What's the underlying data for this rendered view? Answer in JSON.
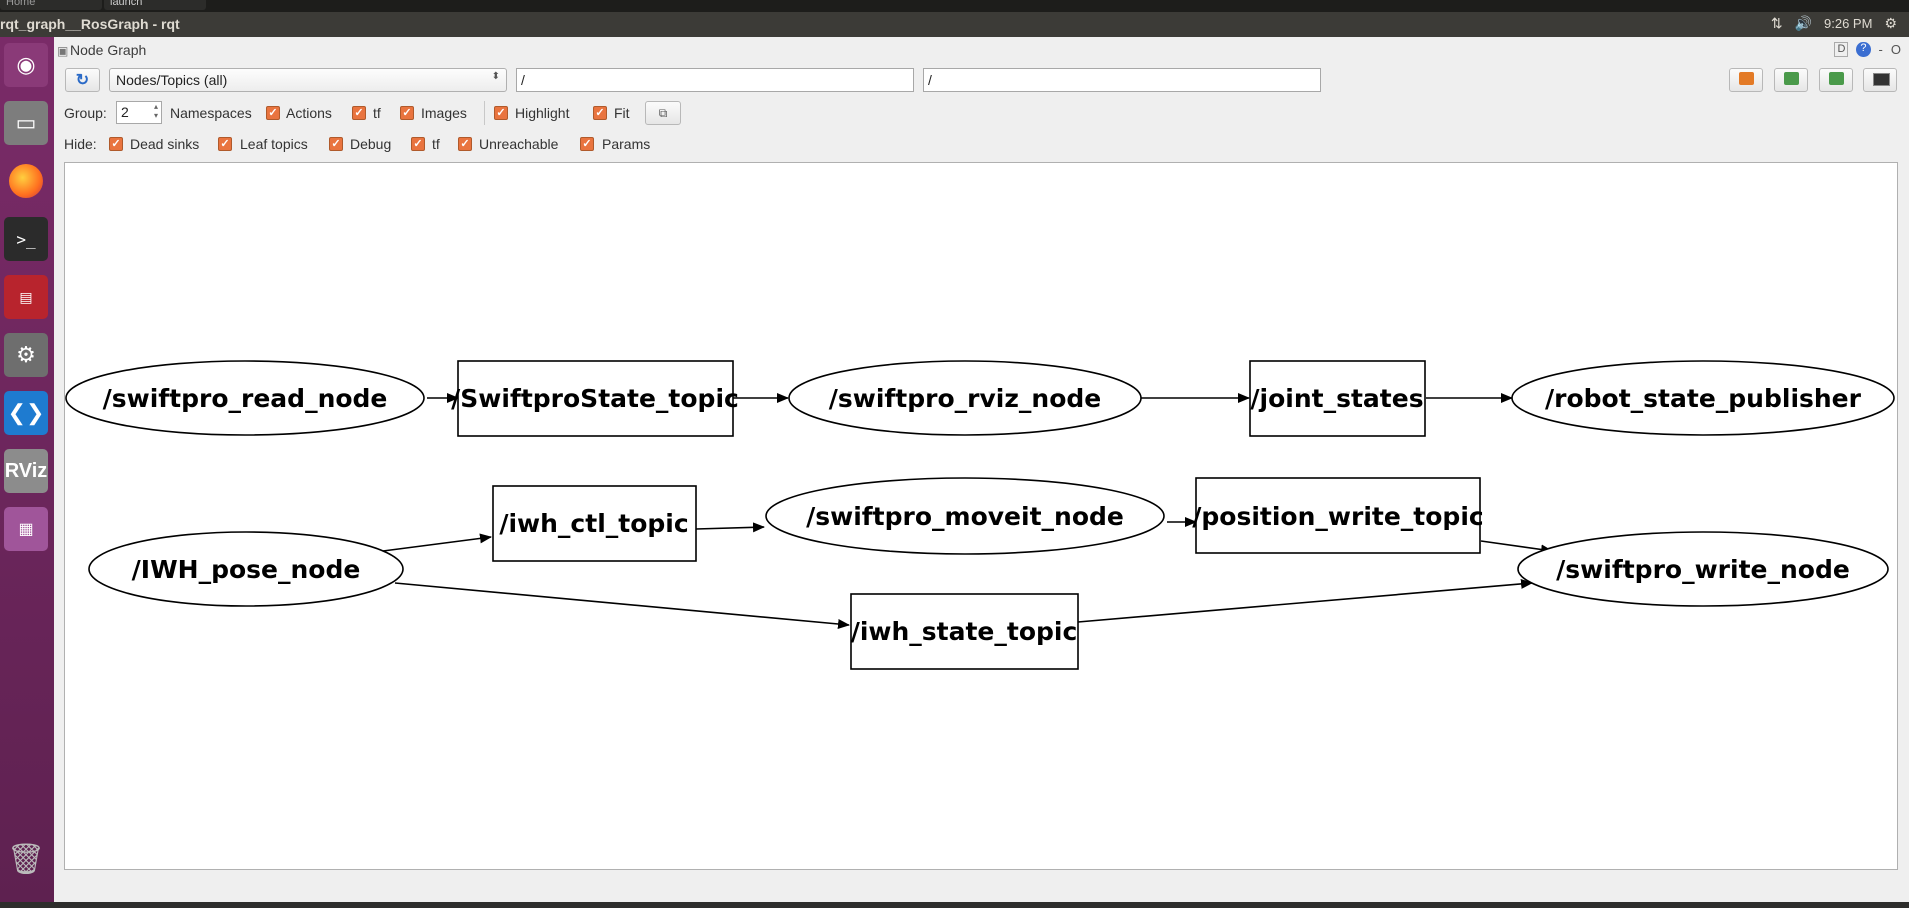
{
  "system": {
    "tabs": [
      "Home",
      "launch"
    ],
    "window_title": "rqt_graph__RosGraph - rqt",
    "clock": "9:26 PM"
  },
  "launcher": {
    "items": [
      "ubuntu-icon",
      "files-icon",
      "firefox-icon",
      "terminal-icon",
      "workspaces-icon",
      "settings-icon",
      "vscode-icon",
      "rviz-icon",
      "workspace-switcher-icon",
      "trash-icon"
    ],
    "rviz_label": "RViz"
  },
  "plugin": {
    "title": "Node Graph",
    "controls": [
      "D",
      "?",
      "-",
      "O"
    ]
  },
  "toolbar": {
    "mode_selected": "Nodes/Topics (all)",
    "filter_include": "/",
    "filter_exclude": "/"
  },
  "group_row": {
    "group_label": "Group:",
    "group_value": "2",
    "namespaces_label": "Namespaces",
    "actions_label": "Actions",
    "tf_label": "tf",
    "images_label": "Images",
    "highlight_label": "Highlight",
    "fit_label": "Fit"
  },
  "hide_row": {
    "hide_label": "Hide:",
    "dead_sinks_label": "Dead sinks",
    "leaf_topics_label": "Leaf topics",
    "debug_label": "Debug",
    "tf_label": "tf",
    "unreachable_label": "Unreachable",
    "params_label": "Params"
  },
  "graph": {
    "nodes": {
      "swiftpro_read_node": "/swiftpro_read_node",
      "swiftpro_state_topic": "/SwiftproState_topic",
      "swiftpro_rviz_node": "/swiftpro_rviz_node",
      "joint_states": "/joint_states",
      "robot_state_publisher": "/robot_state_publisher",
      "iwh_ctl_topic": "/iwh_ctl_topic",
      "swiftpro_moveit_node": "/swiftpro_moveit_node",
      "position_write_topic": "/position_write_topic",
      "iwh_pose_node": "/IWH_pose_node",
      "swiftpro_write_node": "/swiftpro_write_node",
      "iwh_state_topic": "/iwh_state_topic"
    }
  }
}
